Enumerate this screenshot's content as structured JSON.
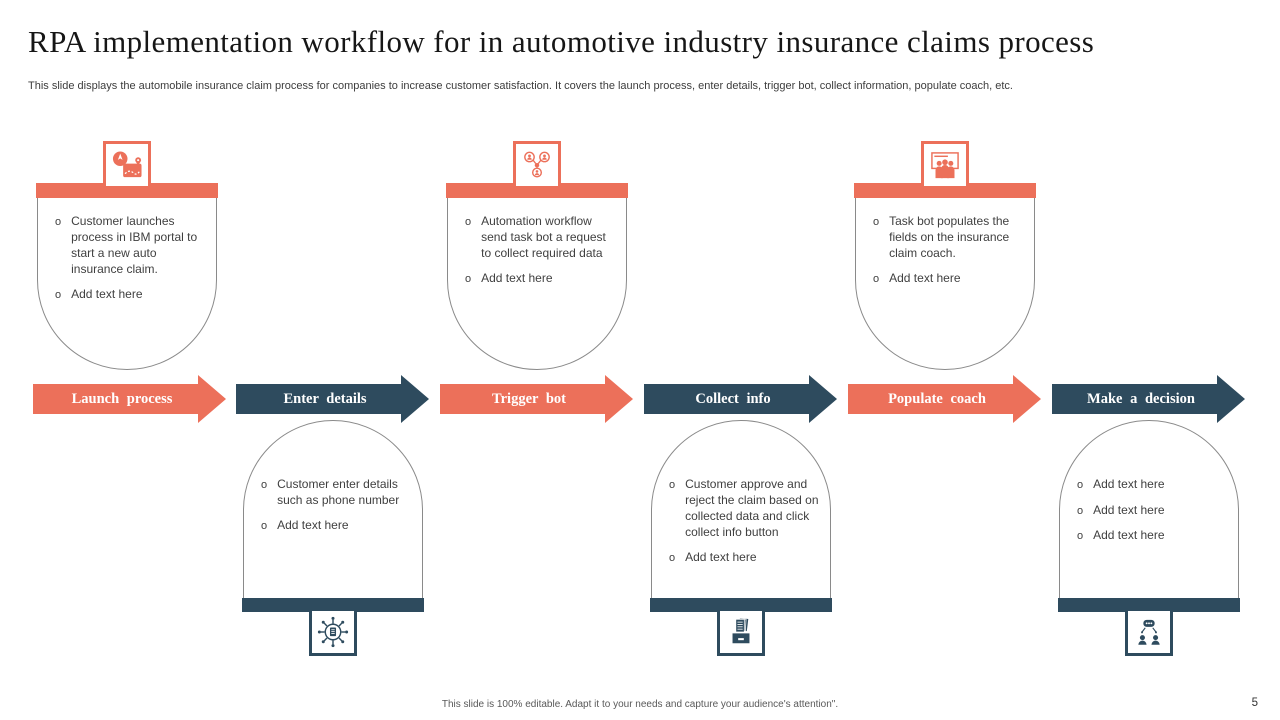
{
  "slide": {
    "title": "RPA implementation workflow for in automotive industry insurance claims process",
    "subtitle": "This slide displays the automobile insurance claim process for companies to increase customer satisfaction. It covers the launch process, enter details, trigger bot, collect information, populate coach, etc.",
    "footer_note": "This slide is 100% editable.  Adapt it to your needs and capture your audience's attention\".",
    "page_number": "5"
  },
  "ui": {
    "bullet_marker": "o"
  },
  "colors": {
    "accent_coral": "#EC705A",
    "accent_dark_blue": "#2E4B5E",
    "body_text": "#404040",
    "shape_outline": "#8A8A8A"
  },
  "steps": [
    {
      "label": "Launch process",
      "theme": "coral",
      "content_position": "above-arrow",
      "icon": "rocket-route-map-icon",
      "bullets": [
        "Customer launches process in IBM portal to start a new auto insurance claim.",
        "Add text here"
      ]
    },
    {
      "label": "Enter details",
      "theme": "dark-blue",
      "content_position": "below-arrow",
      "icon": "document-network-icon",
      "bullets": [
        "Customer enter details such as phone  number",
        "Add text here"
      ]
    },
    {
      "label": "Trigger bot",
      "theme": "coral",
      "content_position": "above-arrow",
      "icon": "connected-users-icon",
      "bullets": [
        "Automation workflow send task bot a request to collect required  data",
        "Add text here"
      ]
    },
    {
      "label": "Collect info",
      "theme": "dark-blue",
      "content_position": "below-arrow",
      "icon": "document-archive-icon",
      "bullets": [
        "Customer approve  and reject the claim based on collected data and click collect info button",
        "Add text here"
      ]
    },
    {
      "label": "Populate coach",
      "theme": "coral",
      "content_position": "above-arrow",
      "icon": "team-presentation-icon",
      "bullets": [
        "Task bot populates the fields on the insurance claim coach.",
        "Add text here"
      ]
    },
    {
      "label": "Make a decision",
      "theme": "dark-blue",
      "content_position": "below-arrow",
      "icon": "bot-people-decision-icon",
      "bullets": [
        "Add text here",
        "Add text here",
        "Add text here"
      ]
    }
  ]
}
